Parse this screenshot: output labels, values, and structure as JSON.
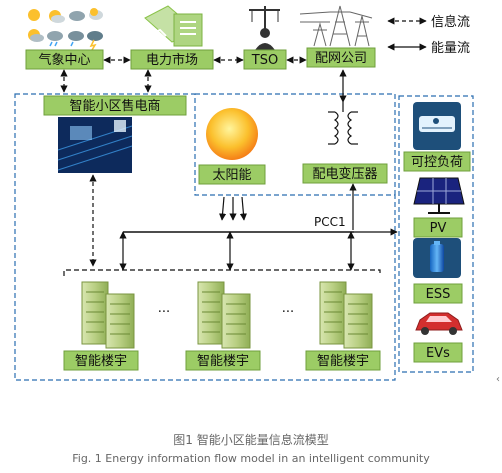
{
  "legend": {
    "info_flow": "信息流",
    "energy_flow": "能量流"
  },
  "nodes": {
    "weather_center": "气象中心",
    "power_market": "电力市场",
    "tso": "TSO",
    "grid_company": "配网公司",
    "community_retailer": "智能小区售电商",
    "solar": "太阳能",
    "distribution_transformer": "配电变压器",
    "pcc": "PCC1",
    "controllable_load": "可控负荷",
    "pv": "PV",
    "ess": "ESS",
    "evs": "EVs",
    "building_1": "智能楼宇",
    "building_2": "智能楼宇",
    "building_3": "智能楼宇",
    "ellipsis": "···"
  },
  "caption": {
    "zh": "图1 智能小区能量信息流模型",
    "en": "Fig. 1 Energy information flow model in an intelligent community"
  },
  "colors": {
    "label_bg": "#9ccc65",
    "dashed_border": "#2a6db0",
    "arrow": "#111111",
    "caption": "#666666"
  }
}
